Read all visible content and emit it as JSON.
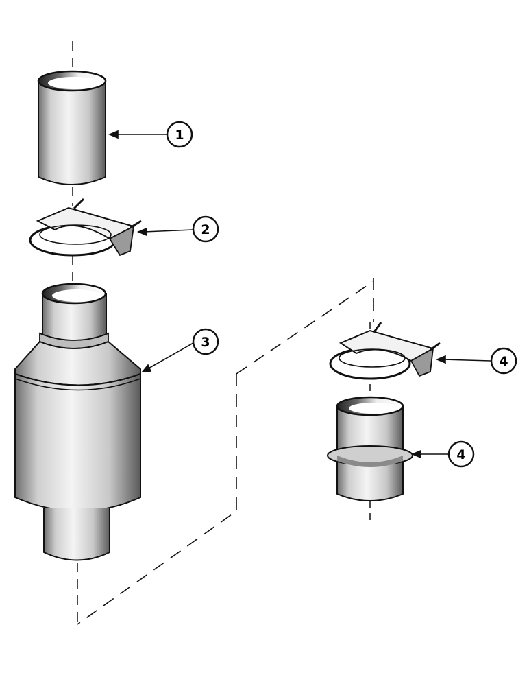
{
  "callouts": [
    {
      "id": "1",
      "label": "1"
    },
    {
      "id": "2",
      "label": "2"
    },
    {
      "id": "3",
      "label": "3"
    },
    {
      "id": "4a",
      "label": "4"
    },
    {
      "id": "4b",
      "label": "4"
    }
  ],
  "colors": {
    "ink": "#111111",
    "paper": "#ffffff",
    "shade": "#cfcfcf",
    "light": "#f2f2f2",
    "dark": "#7a7a7a"
  }
}
